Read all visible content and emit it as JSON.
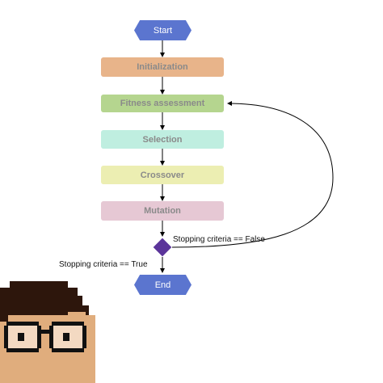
{
  "flowchart": {
    "start": "Start",
    "steps": [
      {
        "label": "Initialization",
        "color": "#e8b48a"
      },
      {
        "label": "Fitness assessment",
        "color": "#b5d58f"
      },
      {
        "label": "Selection",
        "color": "#bfeee0"
      },
      {
        "label": "Crossover",
        "color": "#eceeb2"
      },
      {
        "label": "Mutation",
        "color": "#e6c8d4"
      }
    ],
    "decision_false": "Stopping criteria == False",
    "decision_true": "Stopping criteria == True",
    "end": "End",
    "terminal_color": "#5b75cf",
    "decision_color": "#5b349a"
  }
}
